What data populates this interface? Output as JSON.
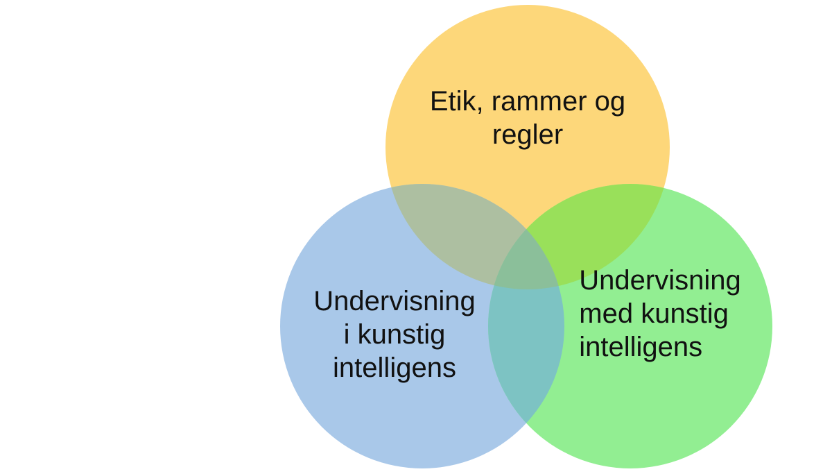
{
  "diagram": {
    "type": "venn",
    "circles": [
      {
        "id": "top",
        "lines": [
          "Etik, rammer og",
          "regler"
        ],
        "fill": "#fdd77a"
      },
      {
        "id": "left",
        "lines": [
          "Undervisning",
          "i kunstig",
          "intelligens"
        ],
        "fill": "#a9c8e9"
      },
      {
        "id": "right",
        "lines": [
          "Undervisning",
          "med kunstig",
          "intelligens"
        ],
        "fill": "#92ee92"
      }
    ],
    "overlap_colors": {
      "top_left": "#adbfa1",
      "top_right": "#99e05a",
      "left_right": "#7dc3c3",
      "center": "#8bbf9a"
    }
  }
}
